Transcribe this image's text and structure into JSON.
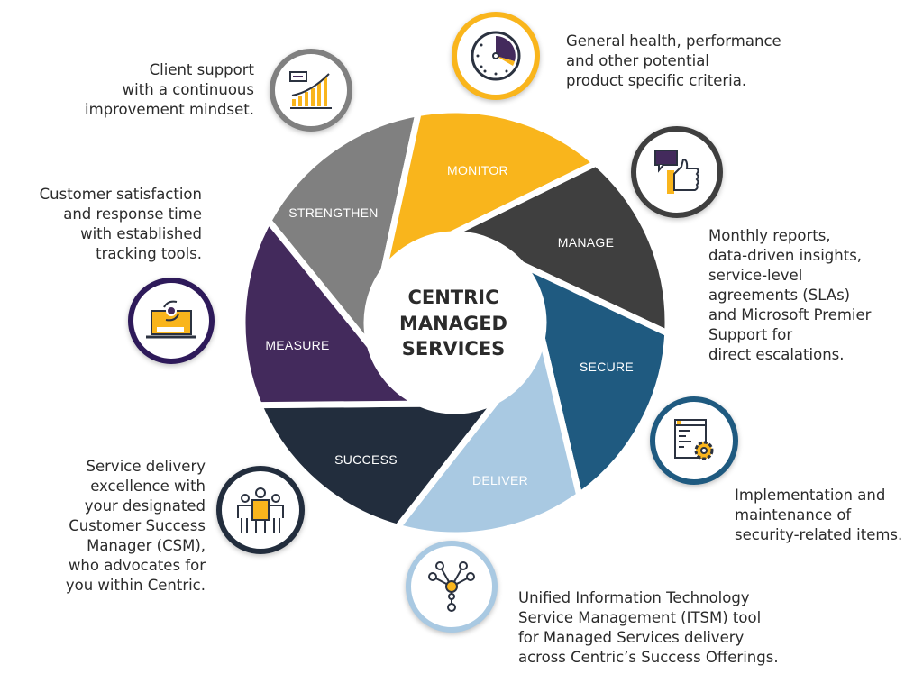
{
  "center_title": [
    "CENTRIC",
    "MANAGED",
    "SERVICES"
  ],
  "segments": [
    {
      "key": "strengthen",
      "label": "STRENGTHEN",
      "color": "#808080",
      "description": [
        "Client support",
        "with a continuous",
        "improvement mindset."
      ],
      "icon": "growth-chart-icon"
    },
    {
      "key": "monitor",
      "label": "MONITOR",
      "color": "#f9b51c",
      "description": [
        "General health, performance",
        "and other potential",
        "product specific criteria."
      ],
      "icon": "clock-icon"
    },
    {
      "key": "manage",
      "label": "MANAGE",
      "color": "#3f3f3f",
      "description": [
        "Monthly reports,",
        "data-driven insights,",
        "service-level",
        "agreements (SLAs)",
        "and Microsoft Premier",
        "Support for",
        "direct escalations."
      ],
      "icon": "thumbs-up-chat-icon"
    },
    {
      "key": "secure",
      "label": "SECURE",
      "color": "#1f5a80",
      "description": [
        "Implementation and",
        "maintenance of",
        "security-related items."
      ],
      "icon": "code-gear-icon"
    },
    {
      "key": "deliver",
      "label": "DELIVER",
      "color": "#a9c9e2",
      "description": [
        "Unified Information Technology",
        "Service Management (ITSM) tool",
        "for Managed Services delivery",
        "across Centric’s Success Offerings."
      ],
      "icon": "network-hub-icon"
    },
    {
      "key": "success",
      "label": "SUCCESS",
      "color": "#222d3d",
      "description": [
        "Service delivery",
        "excellence with",
        "your designated",
        "Customer Success",
        "Manager (CSM),",
        "who advocates for",
        "you within Centric."
      ],
      "icon": "team-icon"
    },
    {
      "key": "measure",
      "label": "MEASURE",
      "color": "#432a5c",
      "description": [
        "Customer satisfaction",
        "and response time",
        "with established",
        "tracking tools."
      ],
      "icon": "laptop-refresh-icon"
    }
  ],
  "icon_ring_colors": {
    "strengthen": "#808080",
    "monitor": "#f9b51c",
    "manage": "#3f3f3f",
    "secure": "#1f5a80",
    "deliver": "#a9c9e2",
    "success": "#222d3d",
    "measure": "#2e1a5a"
  }
}
